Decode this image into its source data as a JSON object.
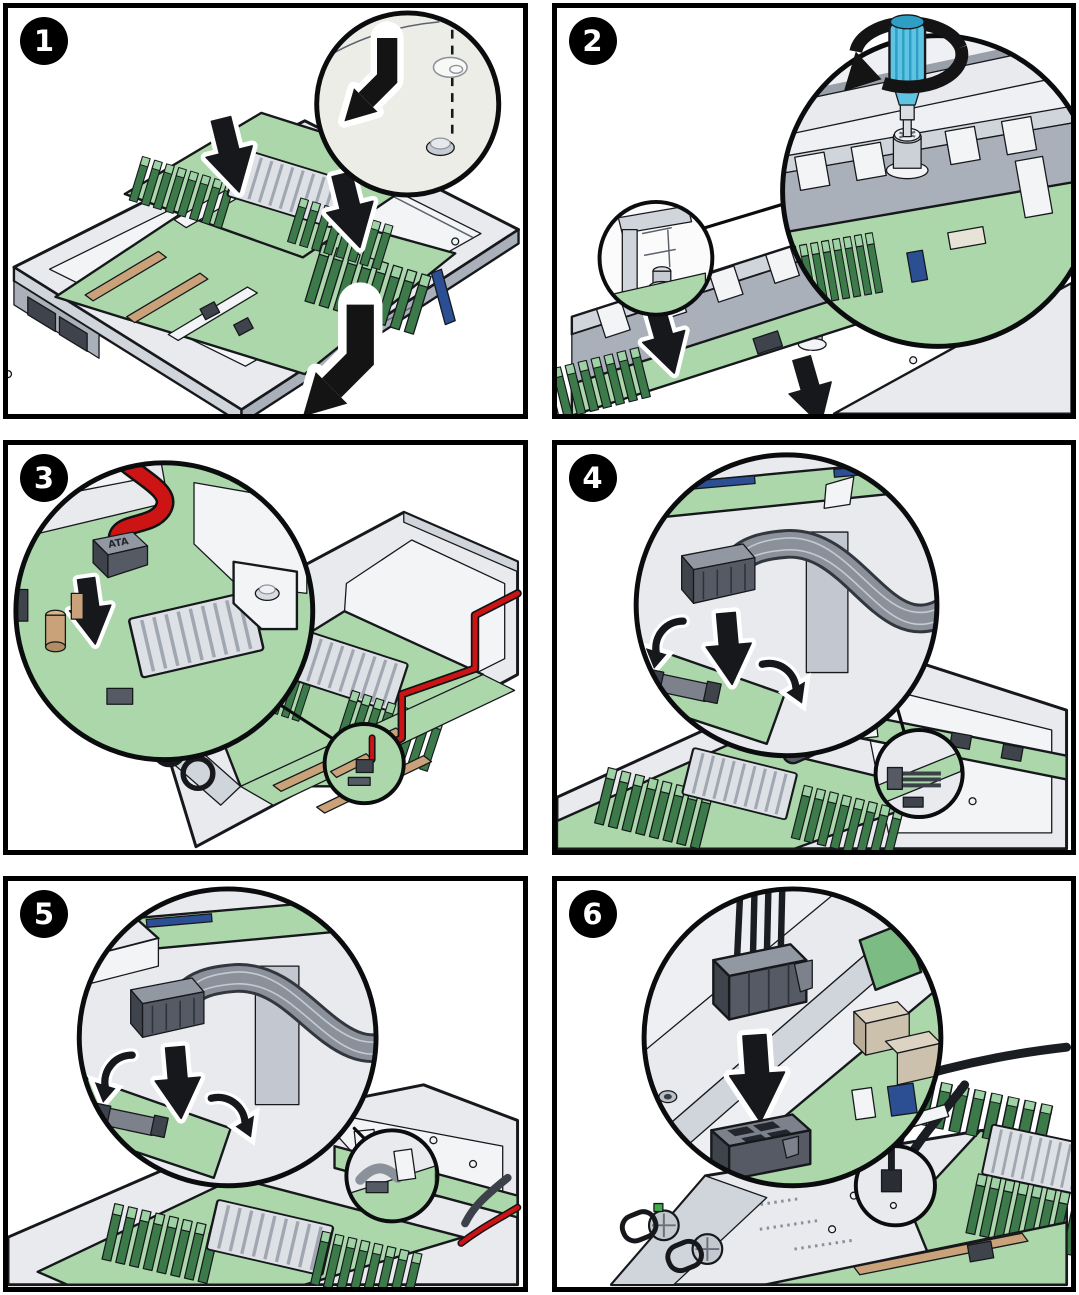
{
  "figure": {
    "grid": {
      "columns": 2,
      "rows": 3
    },
    "panel_count": 6
  },
  "colors": {
    "badge_bg": "#000000",
    "badge_text": "#ffffff",
    "panel_border": "#000000",
    "board_green": "#abd7ab",
    "board_green_dark": "#7cbb84",
    "dimm_green": "#3c7a4a",
    "chassis_white": "#f3f4f6",
    "chassis_light": "#e8eaee",
    "chassis_mid": "#d0d4db",
    "chassis_dark": "#aab0ba",
    "cable_red": "#cc1414",
    "ribbon_gray": "#8b919b",
    "connector_dark": "#565a64",
    "connector_mid": "#7c818c",
    "copper": "#c9a27a",
    "screwdriver_cyan": "#5fc4e4",
    "screwdriver_cyan_dark": "#2e9ec4"
  },
  "panels": [
    {
      "step": "1"
    },
    {
      "step": "2"
    },
    {
      "step": "3",
      "connector_label": "ATA"
    },
    {
      "step": "4"
    },
    {
      "step": "5"
    },
    {
      "step": "6"
    }
  ]
}
